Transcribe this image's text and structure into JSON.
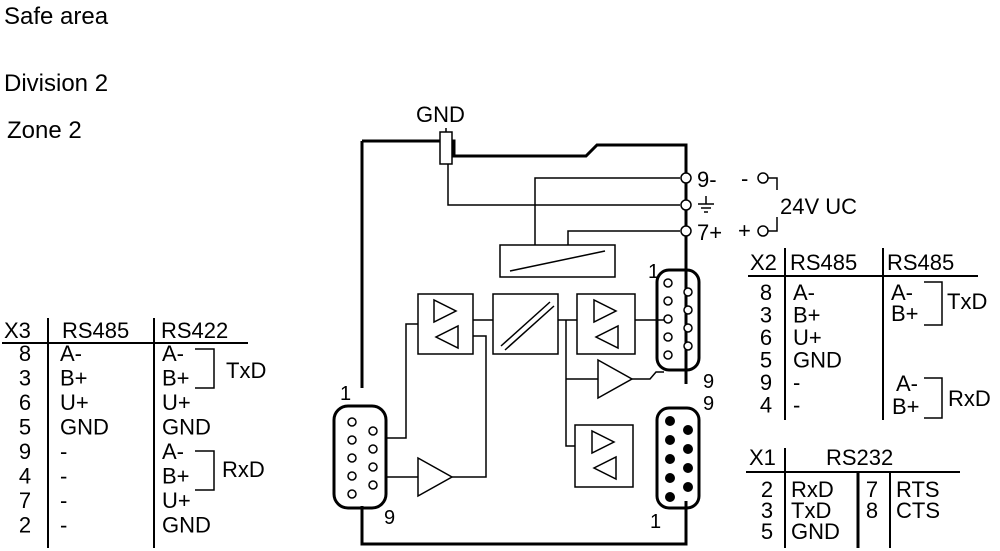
{
  "areas": {
    "safe": "Safe area",
    "division": "Division 2",
    "zone": "Zone 2"
  },
  "device": {
    "gnd": "GND",
    "pin_nine_minus": "9-",
    "pin_seven_plus": "7+",
    "minus": "-",
    "plus": "+",
    "supply": "24V UC",
    "conn_top_one": "1",
    "conn_top_nine": "9",
    "conn_bot_nine": "9",
    "conn_bot_one": "1",
    "conn_left_one": "1",
    "conn_left_nine": "9"
  },
  "x3": {
    "headers": [
      "X3",
      "RS485",
      "RS422"
    ],
    "rows": [
      {
        "pin": "8",
        "rs485": "A-",
        "rs422": "A-"
      },
      {
        "pin": "3",
        "rs485": "B+",
        "rs422": "B+"
      },
      {
        "pin": "6",
        "rs485": "U+",
        "rs422": "U+"
      },
      {
        "pin": "5",
        "rs485": "GND",
        "rs422": "GND"
      },
      {
        "pin": "9",
        "rs485": "-",
        "rs422": "A-"
      },
      {
        "pin": "4",
        "rs485": "-",
        "rs422": "B+"
      },
      {
        "pin": "7",
        "rs485": "-",
        "rs422": "U+"
      },
      {
        "pin": "2",
        "rs485": "-",
        "rs422": "GND"
      }
    ],
    "txd": "TxD",
    "rxd": "RxD"
  },
  "x2": {
    "headers": [
      "X2",
      "RS485",
      "RS485"
    ],
    "rows": [
      {
        "pin": "8",
        "rs485": "A-"
      },
      {
        "pin": "3",
        "rs485": "B+"
      },
      {
        "pin": "6",
        "rs485": "U+"
      },
      {
        "pin": "5",
        "rs485": "GND"
      },
      {
        "pin": "9",
        "rs485": "-"
      },
      {
        "pin": "4",
        "rs485": "-"
      }
    ],
    "col2": [
      "A-",
      "B+",
      "A-",
      "B+"
    ],
    "txd": "TxD",
    "rxd": "RxD"
  },
  "x1": {
    "headers": [
      "X1",
      "RS232"
    ],
    "rows_left": [
      {
        "pin": "2",
        "sig": "RxD"
      },
      {
        "pin": "3",
        "sig": "TxD"
      },
      {
        "pin": "5",
        "sig": "GND"
      }
    ],
    "rows_right": [
      {
        "pin": "7",
        "sig": "RTS"
      },
      {
        "pin": "8",
        "sig": "CTS"
      }
    ]
  }
}
